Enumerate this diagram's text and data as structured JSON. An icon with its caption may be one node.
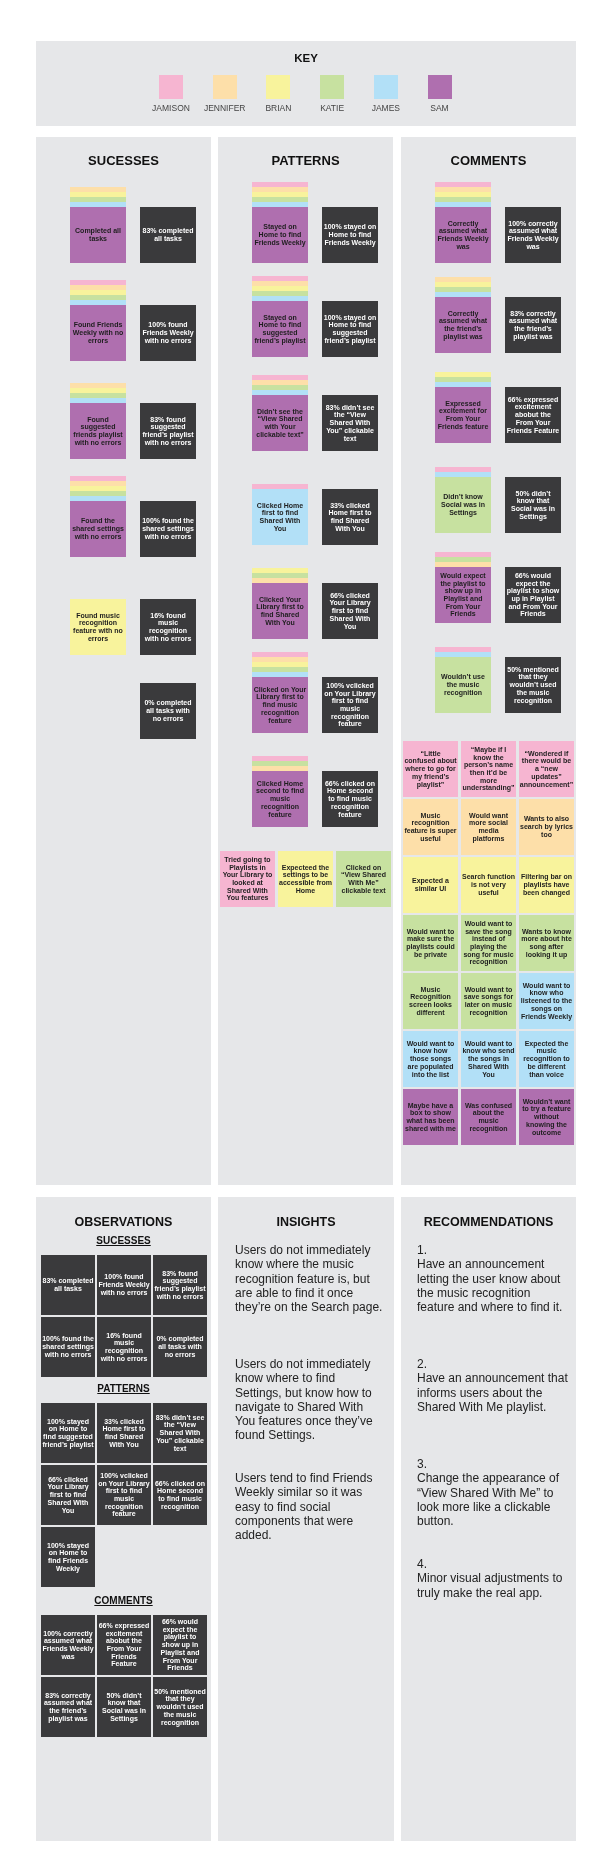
{
  "diagram": {
    "nodes": [
      {
        "text": [
          "SUCESSES"
        ]
      },
      {
        "text": [],
        "shape": "box",
        "in": 0
      },
      {
        "text": [],
        "shape": "box",
        "in": 0
      },
      {
        "text": [],
        "shape": "box",
        "in": 0
      },
      {
        "text": [],
        "shape": "box",
        "in": 0
      },
      {
        "text": [
          "Completed all tasks"
        ],
        "in": 0
      },
      {
        "text": [
          "83% completed all tasks"
        ],
        "in": 0
      },
      {
        "text": [],
        "shape": "box",
        "in": 0
      },
      {
        "text": [],
        "shape": "box",
        "in": 0
      },
      {
        "text": [],
        "shape": "box",
        "in": 0
      },
      {
        "text": [],
        "shape": "box",
        "in": 0
      },
      {
        "text": [],
        "shape": "box",
        "in": 0
      },
      {
        "text": [
          "Found Friends Weekly with no errors"
        ],
        "in": 0
      },
      {
        "text": [
          "100% found Friends Weekly with no errors"
        ],
        "in": 0
      },
      {
        "text": [],
        "shape": "box",
        "in": 0
      },
      {
        "text": [],
        "shape": "box",
        "in": 0
      },
      {
        "text": [],
        "shape": "box",
        "in": 0
      },
      {
        "text": [],
        "shape": "box",
        "in": 0
      },
      {
        "text": [
          "Found suggested friends playlist with no errors"
        ],
        "in": 0
      },
      {
        "text": [
          "83% found suggested friend’s playlist with no errors"
        ],
        "in": 0
      },
      {
        "text": [],
        "shape": "box",
        "in": 0
      },
      {
        "text": [],
        "shape": "box",
        "in": 0
      },
      {
        "text": [],
        "shape": "box",
        "in": 0
      },
      {
        "text": [],
        "shape": "box",
        "in": 0
      },
      {
        "text": [],
        "shape": "box",
        "in": 0
      },
      {
        "text": [
          "Found the shared settings with no errors"
        ],
        "in": 0
      },
      {
        "text": [
          "100% found the shared settings with no errors"
        ],
        "in": 0
      },
      {
        "text": [
          "Found music recognition feature with no errors"
        ],
        "in": 0
      },
      {
        "text": [
          "16% found music recognition with no errors"
        ],
        "in": 0
      },
      {
        "text": [
          "0% completed all tasks with no errors"
        ],
        "in": 0
      },
      {
        "text": [
          "PATTERNS"
        ]
      },
      {
        "text": [],
        "shape": "box",
        "in": 30
      },
      {
        "text": [],
        "shape": "box",
        "in": 30
      },
      {
        "text": [],
        "shape": "box",
        "in": 30
      },
      {
        "text": [],
        "shape": "box",
        "in": 30
      },
      {
        "text": [],
        "shape": "box",
        "in": 30
      },
      {
        "text": [
          "Stayed on Home to find Friends Weekly"
        ],
        "in": 30
      },
      {
        "text": [
          "100% stayed on Home to find Friends Weekly"
        ],
        "in": 30
      },
      {
        "text": [],
        "shape": "box",
        "in": 30
      },
      {
        "text": [],
        "shape": "box",
        "in": 30
      },
      {
        "text": [],
        "shape": "box",
        "in": 30
      },
      {
        "text": [],
        "shape": "box",
        "in": 30
      },
      {
        "text": [],
        "shape": "box",
        "in": 30
      },
      {
        "text": [
          "Stayed on Home to find suggested friend’s playlist"
        ],
        "in": 30
      },
      {
        "text": [
          "100% stayed on Home to find suggested friend’s playlist"
        ],
        "in": 30
      },
      {
        "text": [],
        "shape": "box",
        "in": 30
      },
      {
        "text": [],
        "shape": "box",
        "in": 30
      },
      {
        "text": [],
        "shape": "box",
        "in": 30
      },
      {
        "text": [],
        "shape": "box",
        "in": 30
      },
      {
        "text": [
          "Didn’t see the “View Shared with Your clickable text”"
        ],
        "in": 30
      },
      {
        "text": [
          "83% didn’t see the “View Shared With You” clickable text"
        ],
        "in": 30
      },
      {
        "text": [],
        "shape": "box",
        "in": 30
      },
      {
        "text": [
          "Clicked Home first to find Shared With You"
        ],
        "in": 30
      },
      {
        "text": [
          "33% clicked Home first to find Shared With You"
        ],
        "in": 30
      },
      {
        "text": [],
        "shape": "box",
        "in": 30
      },
      {
        "text": [],
        "shape": "box",
        "in": 30
      },
      {
        "text": [],
        "shape": "box",
        "in": 30
      },
      {
        "text": [
          "Clicked Your Library first to find Shared With You"
        ],
        "in": 30
      },
      {
        "text": [
          "66% clicked Your Library first to find Shared With You"
        ],
        "in": 30
      },
      {
        "text": [],
        "shape": "box",
        "in": 30
      },
      {
        "text": [],
        "shape": "box",
        "in": 30
      },
      {
        "text": [],
        "shape": "box",
        "in": 30
      },
      {
        "text": [],
        "shape": "box",
        "in": 30
      },
      {
        "text": [],
        "shape": "box",
        "in": 30
      },
      {
        "text": [
          "Clicked on Your Library first to find music recognition feature"
        ],
        "in": 30
      },
      {
        "text": [
          "100% vclicked on Your Library first to find music recognition feature"
        ],
        "in": 30
      },
      {
        "text": [],
        "shape": "box",
        "in": 30
      },
      {
        "text": [],
        "shape": "box",
        "in": 30
      },
      {
        "text": [],
        "shape": "box",
        "in": 30
      },
      {
        "text": [
          "Clicked Home second to find music recognition feature"
        ],
        "in": 30
      },
      {
        "text": [
          "66% clicked on Home second to find music recognition feature"
        ],
        "in": 30
      },
      {
        "text": [
          "Tried going to Playlists in Your Library to looked at Shared With You features"
        ],
        "in": 30
      },
      {
        "text": [
          "Expecteed the settings to be accessible from Home"
        ],
        "in": 30
      },
      {
        "text": [
          "Clicked on “View Shared With Me” clickable text"
        ],
        "in": 30
      },
      {
        "text": [
          "COMMENTS"
        ]
      },
      {
        "text": [],
        "shape": "box",
        "in": 74
      },
      {
        "text": [],
        "shape": "box",
        "in": 74
      },
      {
        "text": [],
        "shape": "box",
        "in": 74
      },
      {
        "text": [],
        "shape": "box",
        "in": 74
      },
      {
        "text": [],
        "shape": "box",
        "in": 74
      },
      {
        "text": [
          "Correctly assumed what Friends Weekly was"
        ],
        "in": 74
      },
      {
        "text": [
          "100% correctly assumed what Friends Weekly was"
        ],
        "in": 74
      },
      {
        "text": [],
        "shape": "box",
        "in": 74
      },
      {
        "text": [],
        "shape": "box",
        "in": 74
      },
      {
        "text": [],
        "shape": "box",
        "in": 74
      },
      {
        "text": [],
        "shape": "box",
        "in": 74
      },
      {
        "text": [
          "Correctly assumed what the friend’s playlist was"
        ],
        "in": 74
      },
      {
        "text": [
          "83% correctly assumed what the friend’s playlist was"
        ],
        "in": 74
      },
      {
        "text": [],
        "shape": "box",
        "in": 74
      },
      {
        "text": [],
        "shape": "box",
        "in": 74
      },
      {
        "text": [],
        "shape": "box",
        "in": 74
      },
      {
        "text": [
          "Expressed excitement for From Your Friends feature"
        ],
        "in": 74
      },
      {
        "text": [
          "66% expressed excitement abobut the From Your Friends Feature"
        ],
        "in": 74
      },
      {
        "text": [],
        "shape": "box",
        "in": 74
      },
      {
        "text": [],
        "shape": "box",
        "in": 74
      },
      {
        "text": [
          "Didn’t know Social was in Settings"
        ],
        "in": 74
      },
      {
        "text": [
          "50% didn’t know that Social was in Settings"
        ],
        "in": 74
      },
      {
        "text": [],
        "shape": "box",
        "in": 74
      },
      {
        "text": [],
        "shape": "box",
        "in": 74
      },
      {
        "text": [],
        "shape": "box",
        "in": 74
      },
      {
        "text": [
          "Would expect the playlist to show up in Playlist and From Your Friends"
        ],
        "in": 74
      },
      {
        "text": [
          "66% would expect the playlist to show up in Playlist and From Your Friends"
        ],
        "in": 74
      },
      {
        "text": [],
        "shape": "box",
        "in": 74
      },
      {
        "text": [],
        "shape": "box",
        "in": 74
      },
      {
        "text": [
          "Wouldn’t use the music recognition"
        ],
        "in": 74
      },
      {
        "text": [
          "50% mentioned that they wouldn’t used the music recognition"
        ],
        "in": 74
      },
      {
        "text": [
          "“Little confused about where to go for my friend’s playlist”"
        ],
        "in": 74
      },
      {
        "text": [
          "“Maybe if I know the person’s name then it’d be more understanding”"
        ],
        "in": 74
      },
      {
        "text": [
          "“Wondered if there would be a “new updates” announcement”"
        ],
        "in": 74
      },
      {
        "text": [
          "Music recognition feature is super useful"
        ],
        "in": 74
      },
      {
        "text": [
          "Would want more social media platforms"
        ],
        "in": 74
      },
      {
        "text": [
          "Wants to also search by lyrics too"
        ],
        "in": 74
      },
      {
        "text": [
          "Expected a similar UI"
        ],
        "in": 74
      },
      {
        "text": [
          "Search function is not very useful"
        ],
        "in": 74
      },
      {
        "text": [
          "Filtering bar on playlists have been changed"
        ],
        "in": 74
      },
      {
        "text": [
          "Would want to make sure the playlists could be private"
        ],
        "in": 74
      },
      {
        "text": [
          "Would want to save the song instead of playing the song for music recognition"
        ],
        "in": 74
      },
      {
        "text": [
          "Wants to know more about hte song after looking it up"
        ],
        "in": 74
      },
      {
        "text": [
          "Music Recognition screen looks different"
        ],
        "in": 74
      },
      {
        "text": [
          "Would want to save songs for later on music recognition"
        ],
        "in": 74
      },
      {
        "text": [
          "Would want to know who listeened to the songs on Friends Weekly"
        ],
        "in": 74
      },
      {
        "text": [
          "Would want to know how those songs are populated into the list"
        ],
        "in": 74
      },
      {
        "text": [
          "Would want to know who send the songs in Shared With You"
        ],
        "in": 74
      },
      {
        "text": [
          "Expected the music recognition to be different than voice"
        ],
        "in": 74
      },
      {
        "text": [
          "Maybe have a box to show what has been shared with me"
        ],
        "in": 74
      },
      {
        "text": [
          "Was confused about the music recognition"
        ],
        "in": 74
      },
      {
        "text": [
          "Wouldn’t want to try a feature without knowing the outcome"
        ],
        "in": 74
      },
      {
        "text": [
          "OBSERVATIONS"
        ]
      },
      {
        "text": [
          "83% completed all tasks"
        ],
        "in": 127
      },
      {
        "text": [
          "100% found Friends Weekly with no errors"
        ],
        "in": 127
      },
      {
        "text": [
          "83% found suggested friend’s playlist with no errors"
        ],
        "in": 127
      },
      {
        "text": [
          "100% found the shared settings with no errors"
        ],
        "in": 127
      },
      {
        "text": [
          "16% found music recognition with no errors"
        ],
        "in": 127
      },
      {
        "text": [
          "0% completed all tasks with no errors"
        ],
        "in": 127
      },
      {
        "text": [
          "100% stayed on Home to find suggested friend’s playlist"
        ],
        "in": 127
      },
      {
        "text": [
          "33% clicked Home first to find Shared With You"
        ],
        "in": 127
      },
      {
        "text": [
          "83% didn’t see the “View Shared With You” clickable text"
        ],
        "in": 127
      },
      {
        "text": [
          "66% clicked Your Library first to find Shared With You"
        ],
        "in": 127
      },
      {
        "text": [
          "100% vclicked on Your Library first to find music recognition feature"
        ],
        "in": 127
      },
      {
        "text": [
          "66% clicked on Home second to find music recognition"
        ],
        "in": 127
      },
      {
        "text": [
          "100% stayed on Home to find Friends Weekly"
        ],
        "in": 127
      },
      {
        "text": [
          "100% correctly assumed what Friends Weekly was"
        ],
        "in": 127
      },
      {
        "text": [
          "66% expressed excitement abobut the From Your Friends Feature"
        ],
        "in": 127
      },
      {
        "text": [
          "66% would expect the playlist to show up in Playlist and From Your Friends"
        ],
        "in": 127
      },
      {
        "text": [
          "83% correctly assumed what the friend’s playlist was"
        ],
        "in": 127
      },
      {
        "text": [
          "50% didn’t know that Social was in Settings"
        ],
        "in": 127
      },
      {
        "text": [
          "50% mentioned that they wouldn’t used the music recognition"
        ],
        "in": 127
      },
      {
        "text": [
          "INSIGHTS",
          "Users do not immediately know where the music recognition feature is, but are able to find it once they’re on the Search page.",
          "Users do not immediately know where to find Settings, but know how to navigate to Shared With You features once they’ve found Settings.",
          "Users tend to find Friends Weekly similar so it was easy to find social components that were added."
        ]
      },
      {
        "text": [
          "RECOMMENDATIONS",
          "1.",
          "Have an announcement letting the user know about the music recognition feature and where to find it.",
          "2.",
          "Have an announcement that informs users about the Shared With Me playlist.",
          "3.",
          "Change the appearance of “View Shared With Me” to look more like a clickable button.",
          "4.",
          "Minor visual adjustments to truly make the real app."
        ]
      }
    ],
    "labels": [
      "KEY",
      "SUCESSES",
      "PATTERNS",
      "COMMENTS"
    ],
    "legend": [
      {
        "text": "JAMISON",
        "color": "#f6b5d1"
      },
      {
        "text": "JENNIFER",
        "color": "#fddfa9"
      },
      {
        "text": "BRIAN",
        "color": "#f8f39c"
      },
      {
        "text": "KATIE",
        "color": "#c7e1a0"
      },
      {
        "text": "JAMES",
        "color": "#b2e0f7"
      },
      {
        "text": "SAM",
        "color": "#af6faf"
      }
    ]
  }
}
